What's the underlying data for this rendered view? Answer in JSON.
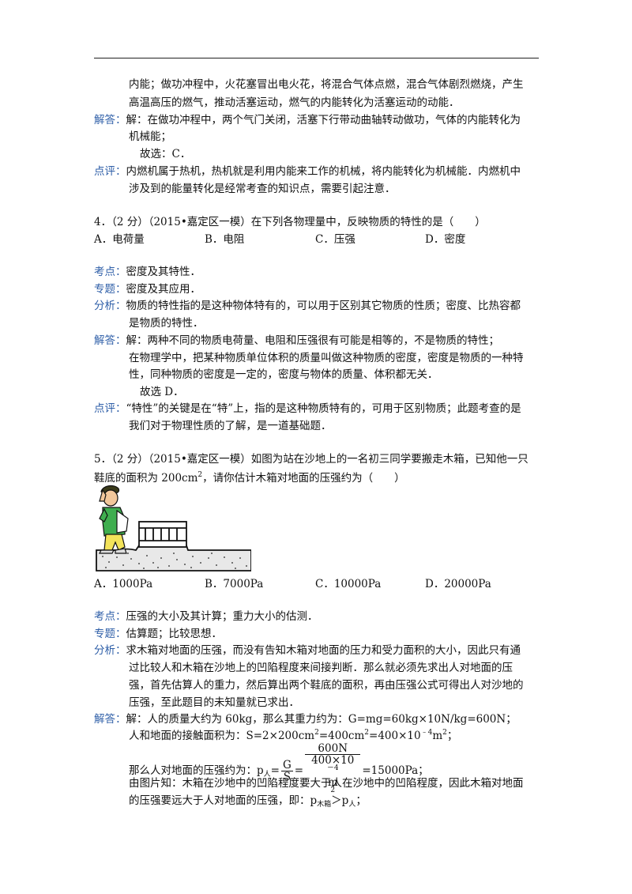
{
  "q3_tail": {
    "l1": "内能；做功冲程中，火花塞冒出电火花，将混合气体点燃，混合气体剧烈燃烧，产生",
    "l2": "高温高压的燃气，推动活塞运动，燃气的内能转化为活塞运动的动能．",
    "jieda_label": "解答：",
    "jieda_l1": "解：在做功冲程中，两个气门关闭，活塞下行带动曲轴转动做功，气体的内能转化为",
    "jieda_l2": "机械能；",
    "jieda_l3": "故选：C．",
    "dianping_label": "点评：",
    "dianping_l1": "内燃机属于热机，热机就是利用内能来工作的机械，将内能转化为机械能．内燃机中",
    "dianping_l2": "涉及到的能量转化是经常考查的知识点，需要引起注意．"
  },
  "q4": {
    "stem": "4．（2 分）（2015•嘉定区一模）在下列各物理量中，反映物质的特性的是（　　）",
    "options": [
      "A．电荷量",
      "B．电阻",
      "C．压强",
      "D．密度"
    ],
    "kaodian_label": "考点：",
    "kaodian": "密度及其特性．",
    "zhuanti_label": "专题：",
    "zhuanti": "密度及其应用．",
    "fenxi_label": "分析：",
    "fenxi_l1": "物质的特性指的是这种物体特有的，可以用于区别其它物质的性质；密度、比热容都",
    "fenxi_l2": "是物质的特性．",
    "jieda_label": "解答：",
    "jieda_l1": "解：两种不同的物质电荷量、电阻和压强很有可能是相等的，不是物质的特性；",
    "jieda_l2": "在物理学中，把某种物质单位体积的质量叫做这种物质的密度，密度是物质的一种特",
    "jieda_l3": "性，同种物质的密度是一定的，密度与物体的质量、体积都无关．",
    "jieda_l4": "故选 D．",
    "dianping_label": "点评：",
    "dianping_l1": "“特性”的关键是在“特”上，指的是这种物质特有的，可用于区别物质；此题考查的是",
    "dianping_l2": "我们对于物理性质的了解，是一道基础题．"
  },
  "q5": {
    "stem_l1": "5．（2 分）（2015•嘉定区一模）如图为站在沙地上的一名初三同学要搬走木箱，已知他一只",
    "stem_l2_a": "鞋底的面积为 200cm",
    "stem_l2_sup": "2",
    "stem_l2_b": "，请你估计木箱对地面的压强约为（　　）",
    "options": [
      "A．1000Pa",
      "B．7000Pa",
      "C．10000Pa",
      "D．20000Pa"
    ],
    "kaodian_label": "考点：",
    "kaodian": "压强的大小及其计算；重力大小的估测．",
    "zhuanti_label": "专题：",
    "zhuanti": "估算题；比较思想．",
    "fenxi_label": "分析：",
    "fenxi_l1": "求木箱对地面的压强，而没有告知木箱对地面的压力和受力面积的大小，因此只有通",
    "fenxi_l2": "过比较人和木箱在沙地上的凹陷程度来间接判断．那么就必须先求出人对地面的压",
    "fenxi_l3": "强，首先估算人的重力，然后算出两个鞋底的面积，再由压强公式可得出人对沙地的",
    "fenxi_l4": "压强，至此题目的未知量就已求出．",
    "jieda_label": "解答：",
    "jieda_l1": "解：人的质量大约为 60kg，那么其重力约为：G=mg=60kg×10N/kg=600N；",
    "jieda_l2_a": "人和地面的接触面积为：S=2×200cm",
    "jieda_l2_s1": "2",
    "jieda_l2_b": "=400cm",
    "jieda_l2_s2": "2",
    "jieda_l2_c": "=400×10",
    "jieda_l2_s3": "﹣4",
    "jieda_l2_d": "m",
    "jieda_l2_s4": "2",
    "jieda_l2_e": "；",
    "jieda_l3_a": "那么人对地面的压强约为：p",
    "jieda_l3_sub": "人",
    "jieda_l3_eq": "=",
    "frac1_num": "G",
    "frac1_den": "S",
    "frac2_num": "600N",
    "frac2_den_a": "400×10",
    "frac2_den_sup": "－4",
    "frac2_den_b": "m",
    "frac2_den_sup2": "2",
    "jieda_l3_res": "=15000Pa；",
    "jieda_l4": "由图片知：木箱在沙地中的凹陷程度要大于人在沙地中的凹陷程度，因此木箱对地面",
    "jieda_l5_a": "的压强要远大于人对地面的压强，即：p",
    "jieda_l5_sub1": "木箱",
    "jieda_l5_b": "＞p",
    "jieda_l5_sub2": "人",
    "jieda_l5_c": "；"
  },
  "colors": {
    "label": "#2f5fa8",
    "skin": "#f2c79b",
    "jacket": "#3fae4f",
    "pants": "#f3e35a",
    "hair": "#3a3a1a"
  }
}
